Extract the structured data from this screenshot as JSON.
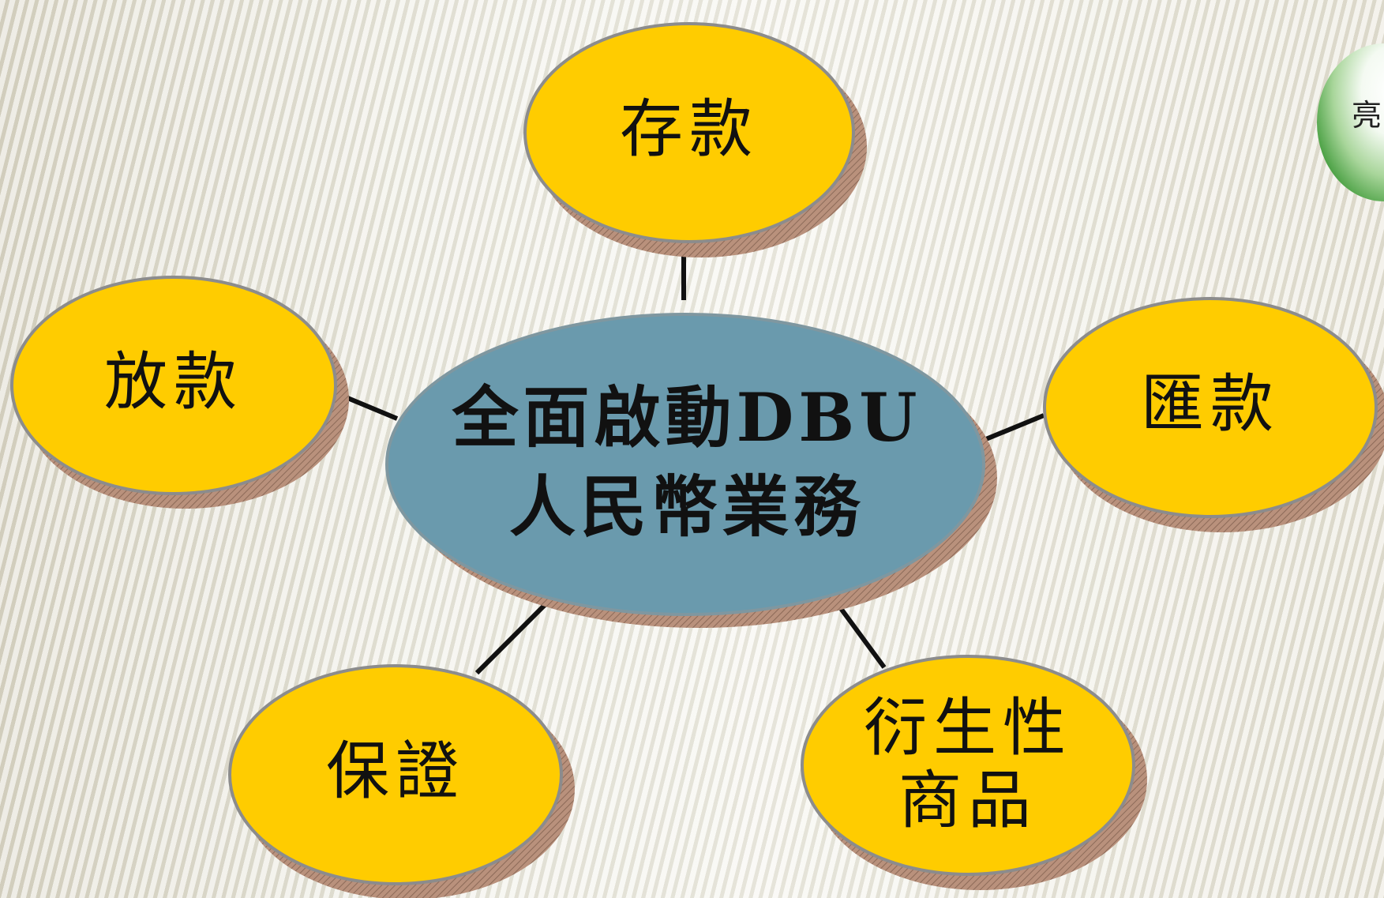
{
  "center": {
    "line1": "全面啟動DBU",
    "line2": "人民幣業務",
    "fill": "#6a9aad"
  },
  "nodes": {
    "deposit": "存款",
    "loan": "放款",
    "remittance": "匯款",
    "guarantee": "保證",
    "derivatives_line1": "衍生性",
    "derivatives_line2": "商品"
  },
  "colors": {
    "node_fill": "#ffcc00",
    "node_stroke": "#8a8a8a",
    "connector": "#111111",
    "shadow": "#b08d7a"
  },
  "corner_badge": {
    "text": "亮",
    "icon": "green-sphere-icon"
  }
}
